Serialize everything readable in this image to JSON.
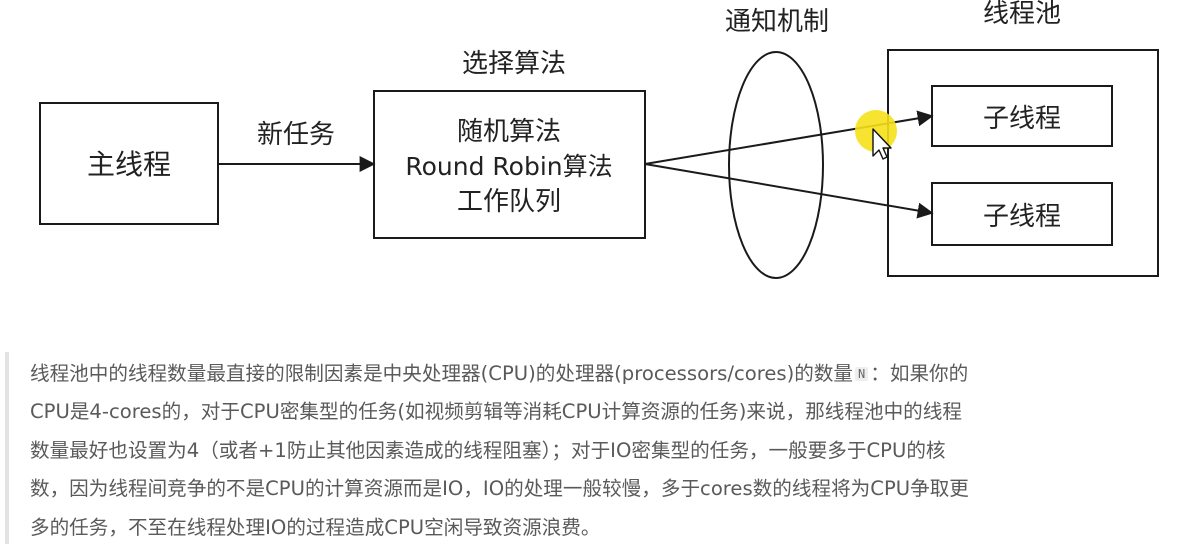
{
  "diagram": {
    "main_thread": "主线程",
    "new_task": "新任务",
    "select_algorithm": "选择算法",
    "algo_lines": [
      "随机算法",
      "Round Robin算法",
      "工作队列"
    ],
    "notify_mechanism": "通知机制",
    "thread_pool": "线程池",
    "child_thread_1": "子线程",
    "child_thread_2": "子线程"
  },
  "paragraph": {
    "line1_a": "线程池中的线程数量最直接的限制因素是中央处理器(CPU)的处理器(processors/cores)的数量",
    "code_n": "N",
    "line1_b": "：如果你的",
    "line2": "CPU是4-cores的，对于CPU密集型的任务(如视频剪辑等消耗CPU计算资源的任务)来说，那线程池中的线程",
    "line3": "数量最好也设置为4（或者+1防止其他因素造成的线程阻塞）；对于IO密集型的任务，一般要多于CPU的核",
    "line4": "数，因为线程间竞争的不是CPU的计算资源而是IO，IO的处理一般较慢，多于cores数的线程将为CPU争取更",
    "line5": "多的任务，不至在线程处理IO的过程造成CPU空闲导致资源浪费。"
  },
  "colors": {
    "stroke": "#1a1a1a",
    "paragraph_text": "#5a5a5a",
    "cursor_highlight": "#f5e11a"
  },
  "icons": [
    "mouse-cursor-icon"
  ]
}
